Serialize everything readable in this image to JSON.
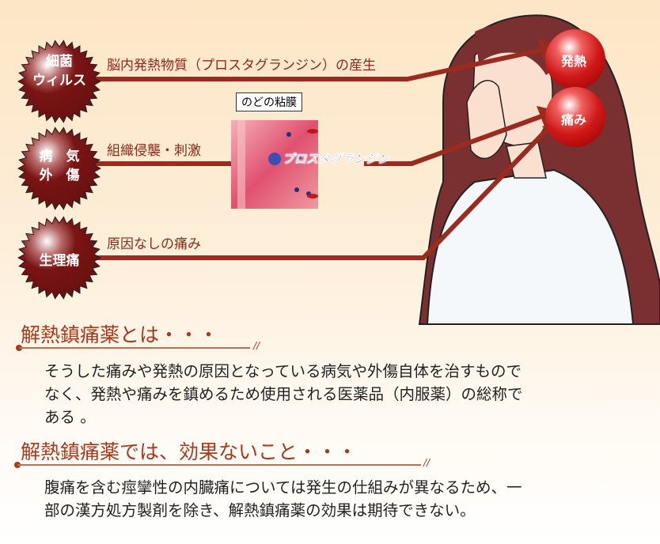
{
  "causes": [
    {
      "badge_lines": [
        "細菌",
        "ウィルス"
      ],
      "label": "脳内発熱物質（プロスタグランジン）の産生"
    },
    {
      "badge_lines": [
        "病　気",
        "外　傷"
      ],
      "label": "組織侵襲・刺激"
    },
    {
      "badge_lines": [
        "生理痛"
      ],
      "label": "原因なしの痛み"
    }
  ],
  "mucosa": {
    "title": "のどの粘膜",
    "marker_label": "プロスタグランジン"
  },
  "symptoms": [
    "発熱",
    "痛み"
  ],
  "colors": {
    "burst": "#7a1414",
    "line": "#9b2b1e",
    "heading": "#a8391d",
    "marker": "#3a4fb0"
  },
  "sections": [
    {
      "heading": "解熱鎮痛薬とは・・・",
      "body_lines": [
        "そうした痛みや発熱の原因となっている病気や外傷自体を治すもので",
        "なく、発熱や痛みを鎮めるため使用される医薬品（内服薬）の総称で",
        "ある 。"
      ]
    },
    {
      "heading": "解熱鎮痛薬では、効果ないこと・・・",
      "body_lines": [
        "腹痛を含む痙攣性の内臓痛については発生の仕組みが異なるため、一",
        "部の漢方処方製剤を除き、解熱鎮痛薬の効果は期待できない。"
      ]
    }
  ]
}
